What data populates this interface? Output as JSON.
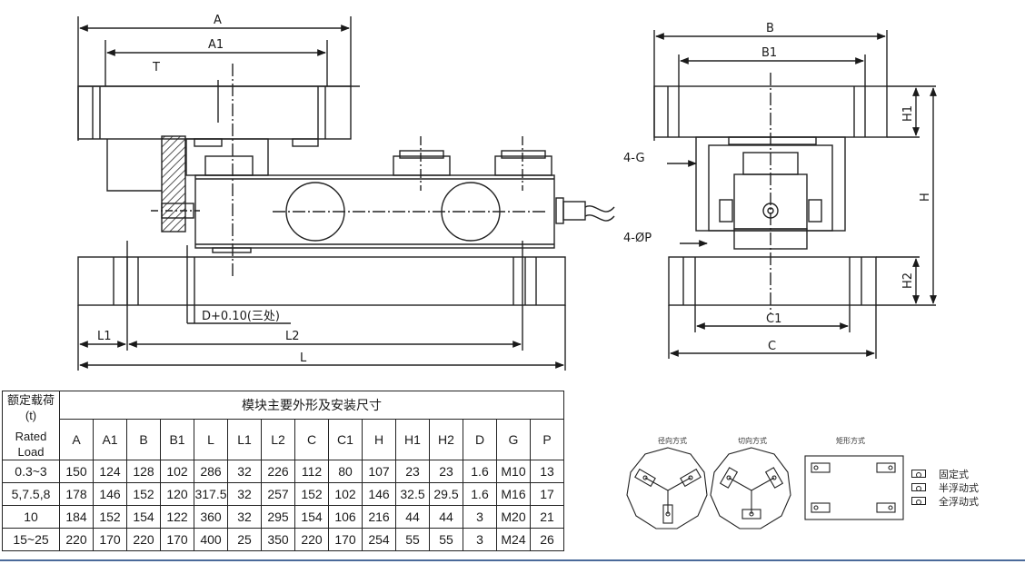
{
  "drawing": {
    "front_view": {
      "labels": {
        "A": "A",
        "A1": "A1",
        "T": "T",
        "L1": "L1",
        "L2": "L2",
        "L": "L",
        "D_note": "D+0.10(三处)"
      }
    },
    "side_view": {
      "labels": {
        "B": "B",
        "B1": "B1",
        "H1": "H1",
        "H": "H",
        "H2": "H2",
        "C1": "C1",
        "C": "C",
        "G": "4-G",
        "P": "4-ØP"
      }
    }
  },
  "table": {
    "row_header_cn": "额定载荷(t)",
    "row_header_en": "Rated Load",
    "group_title": "模块主要外形及安装尺寸",
    "columns": [
      "A",
      "A1",
      "B",
      "B1",
      "L",
      "L1",
      "L2",
      "C",
      "C1",
      "H",
      "H1",
      "H2",
      "D",
      "G",
      "P"
    ],
    "rows": [
      {
        "load": "0.3~3",
        "values": [
          "150",
          "124",
          "128",
          "102",
          "286",
          "32",
          "226",
          "112",
          "80",
          "107",
          "23",
          "23",
          "1.6",
          "M10",
          "13"
        ]
      },
      {
        "load": "5,7.5,8",
        "values": [
          "178",
          "146",
          "152",
          "120",
          "317.5",
          "32",
          "257",
          "152",
          "102",
          "146",
          "32.5",
          "29.5",
          "1.6",
          "M16",
          "17"
        ]
      },
      {
        "load": "10",
        "values": [
          "184",
          "152",
          "154",
          "122",
          "360",
          "32",
          "295",
          "154",
          "106",
          "216",
          "44",
          "44",
          "3",
          "M20",
          "21"
        ]
      },
      {
        "load": "15~25",
        "values": [
          "220",
          "170",
          "220",
          "170",
          "400",
          "25",
          "350",
          "220",
          "170",
          "254",
          "55",
          "55",
          "3",
          "M24",
          "26"
        ]
      }
    ]
  },
  "methods": {
    "radial": "径向方式",
    "tangential": "切向方式",
    "rectangular": "矩形方式"
  },
  "legend": [
    {
      "label": "固定式"
    },
    {
      "label": "半浮动式"
    },
    {
      "label": "全浮动式"
    }
  ]
}
